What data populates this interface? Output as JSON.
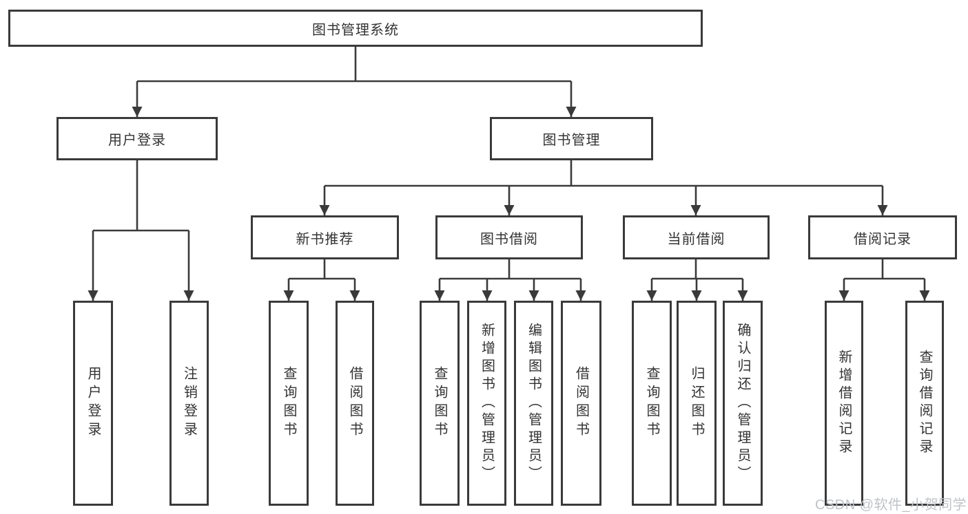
{
  "diagram_type": "hierarchy",
  "tree": {
    "label": "图书管理系统",
    "children": [
      {
        "label": "用户登录",
        "children": [
          {
            "label": "用户登录"
          },
          {
            "label": "注销登录"
          }
        ]
      },
      {
        "label": "图书管理",
        "children": [
          {
            "label": "新书推荐",
            "children": [
              {
                "label": "查询图书"
              },
              {
                "label": "借阅图书"
              }
            ]
          },
          {
            "label": "图书借阅",
            "children": [
              {
                "label": "查询图书"
              },
              {
                "label": "新增图书（管理员）"
              },
              {
                "label": "编辑图书（管理员）"
              },
              {
                "label": "借阅图书"
              }
            ]
          },
          {
            "label": "当前借阅",
            "children": [
              {
                "label": "查询图书"
              },
              {
                "label": "归还图书"
              },
              {
                "label": "确认归还（管理员）"
              }
            ]
          },
          {
            "label": "借阅记录",
            "children": [
              {
                "label": "新增借阅记录"
              },
              {
                "label": "查询借阅记录"
              }
            ]
          }
        ]
      }
    ]
  },
  "watermark": "CSDN @软件_小贺同学",
  "colors": {
    "line": "#3a3a3a",
    "text": "#333333",
    "watermark": "#bfc3c7",
    "background": "#ffffff"
  }
}
